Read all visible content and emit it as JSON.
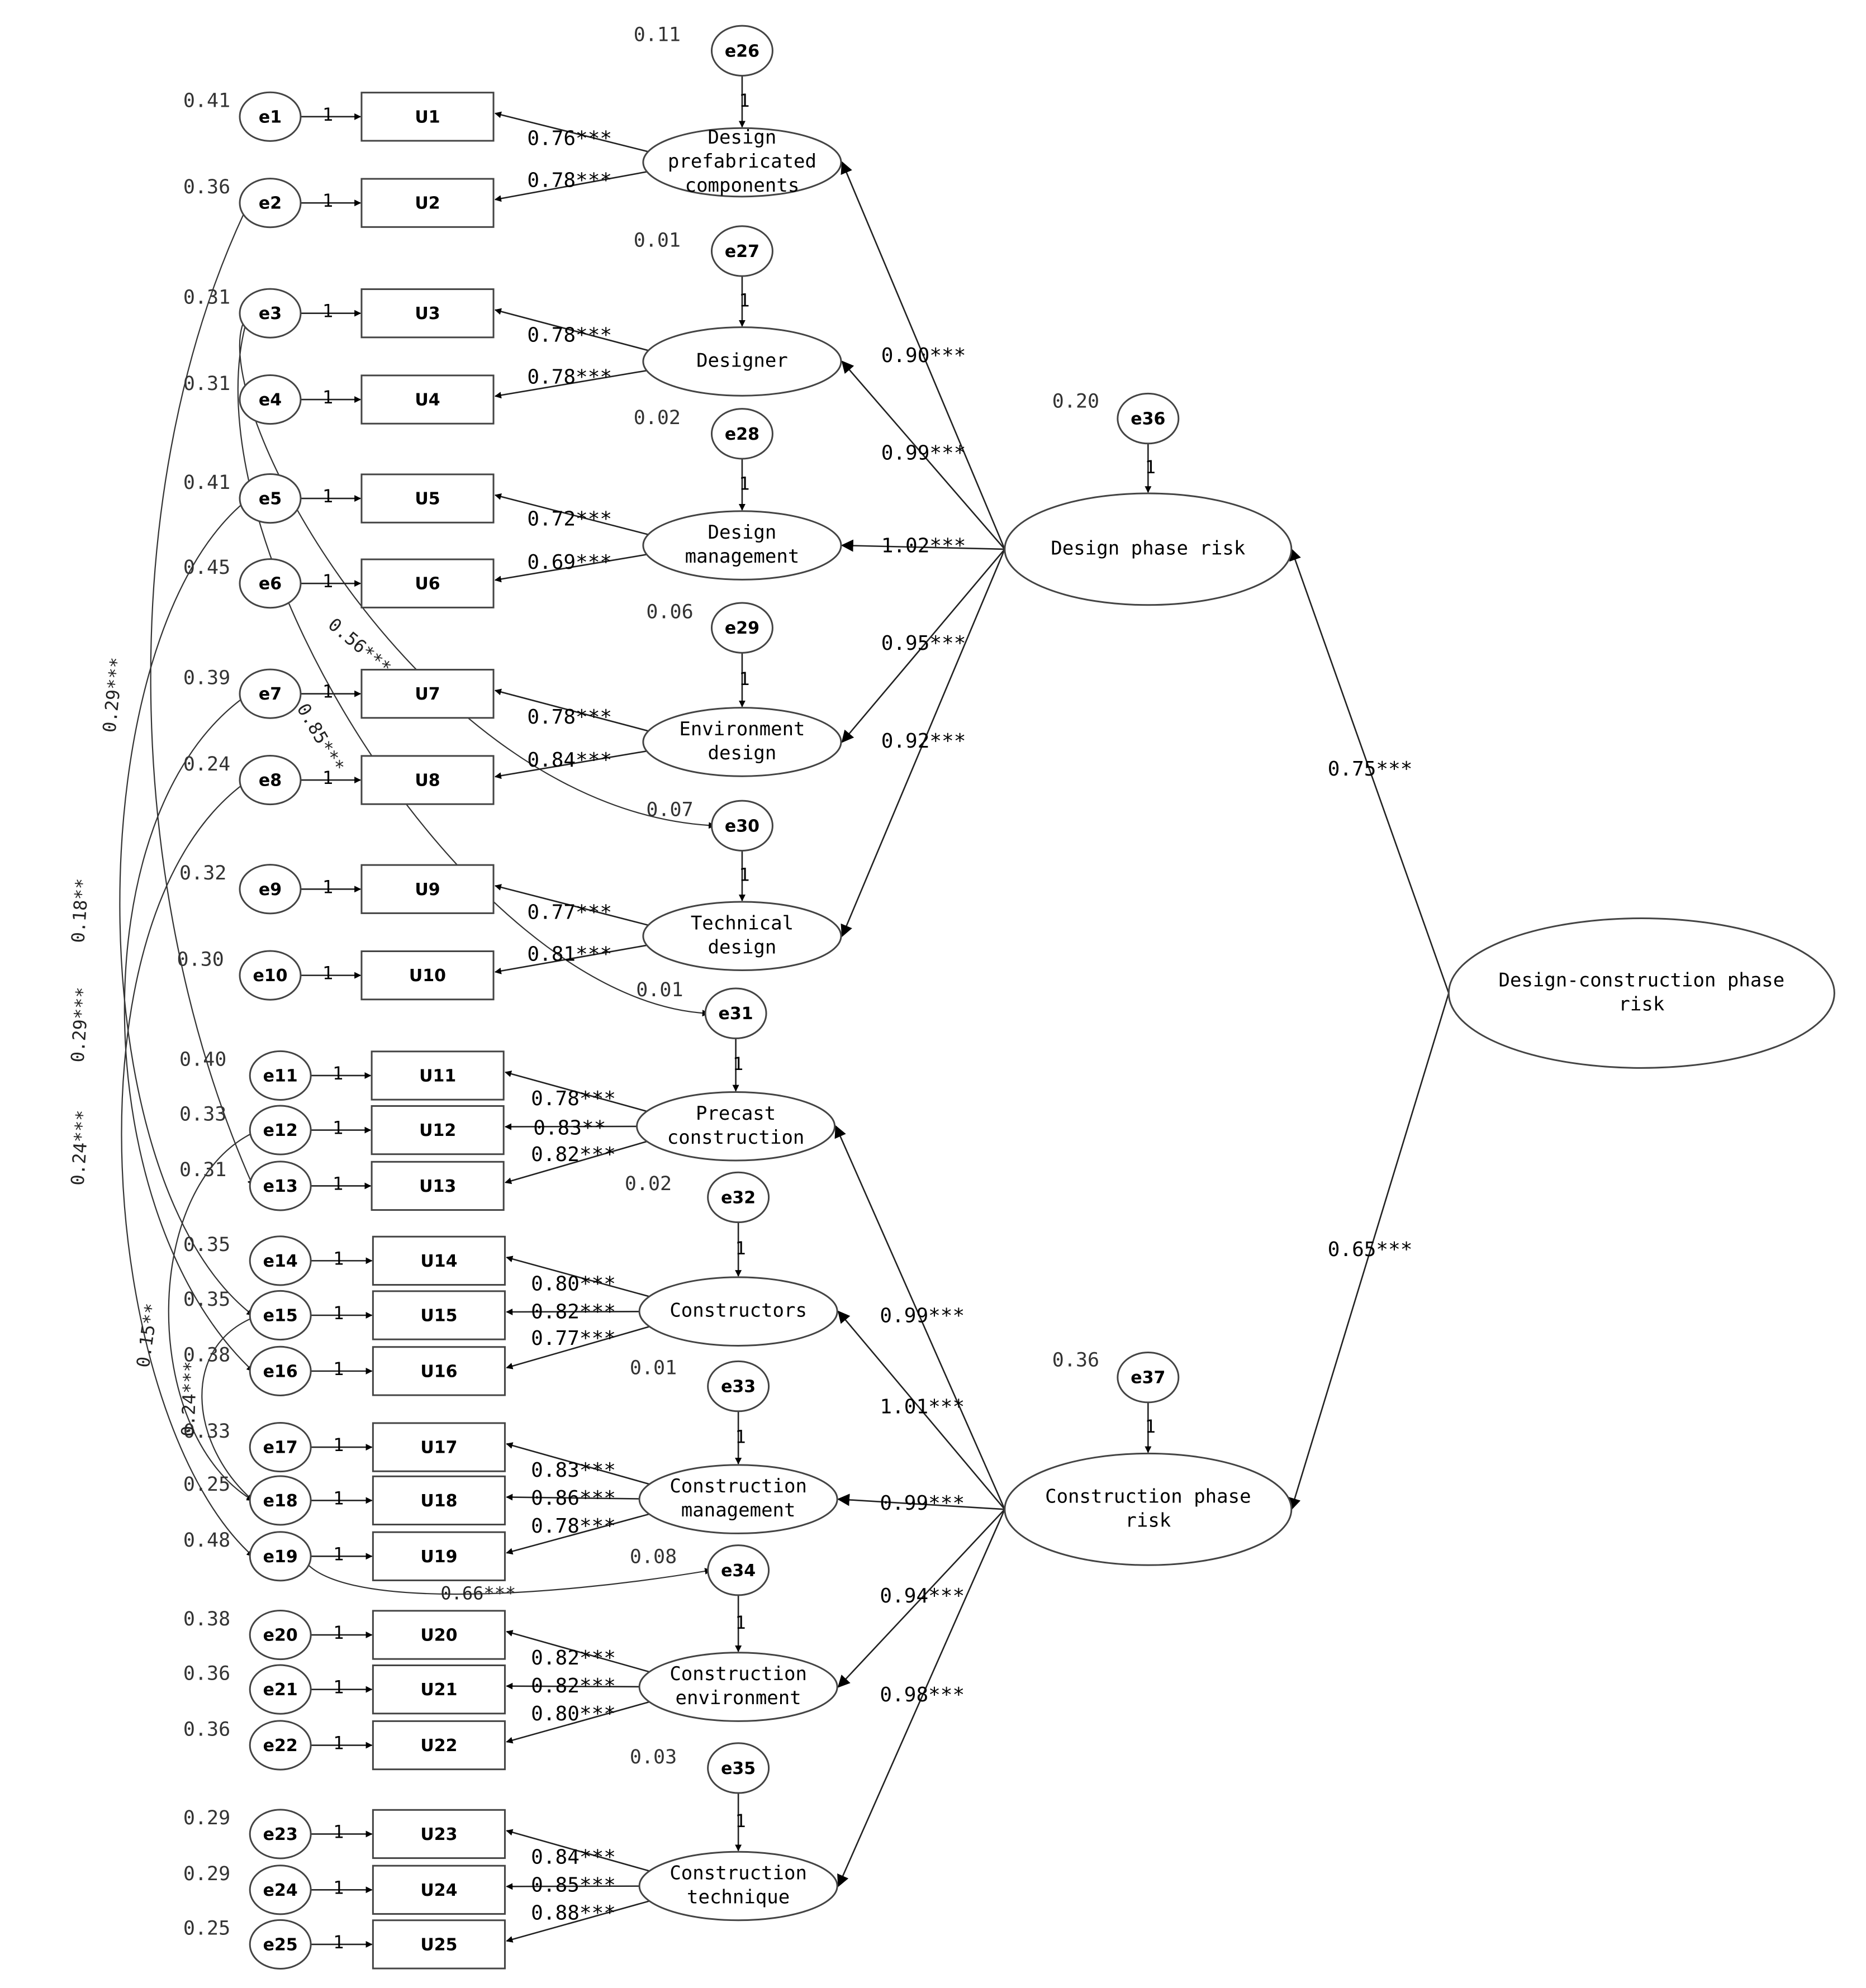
{
  "observed": [
    {
      "id": "U1",
      "err": "e1",
      "variance": "0.41"
    },
    {
      "id": "U2",
      "err": "e2",
      "variance": "0.36"
    },
    {
      "id": "U3",
      "err": "e3",
      "variance": "0.31"
    },
    {
      "id": "U4",
      "err": "e4",
      "variance": "0.31"
    },
    {
      "id": "U5",
      "err": "e5",
      "variance": "0.41"
    },
    {
      "id": "U6",
      "err": "e6",
      "variance": "0.45"
    },
    {
      "id": "U7",
      "err": "e7",
      "variance": "0.39"
    },
    {
      "id": "U8",
      "err": "e8",
      "variance": "0.24"
    },
    {
      "id": "U9",
      "err": "e9",
      "variance": "0.32"
    },
    {
      "id": "U10",
      "err": "e10",
      "variance": "0.30"
    },
    {
      "id": "U11",
      "err": "e11",
      "variance": "0.40"
    },
    {
      "id": "U12",
      "err": "e12",
      "variance": "0.33"
    },
    {
      "id": "U13",
      "err": "e13",
      "variance": "0.31"
    },
    {
      "id": "U14",
      "err": "e14",
      "variance": "0.35"
    },
    {
      "id": "U15",
      "err": "e15",
      "variance": "0.35"
    },
    {
      "id": "U16",
      "err": "e16",
      "variance": "0.38"
    },
    {
      "id": "U17",
      "err": "e17",
      "variance": "0.33"
    },
    {
      "id": "U18",
      "err": "e18",
      "variance": "0.25"
    },
    {
      "id": "U19",
      "err": "e19",
      "variance": "0.48"
    },
    {
      "id": "U20",
      "err": "e20",
      "variance": "0.38"
    },
    {
      "id": "U21",
      "err": "e21",
      "variance": "0.36"
    },
    {
      "id": "U22",
      "err": "e22",
      "variance": "0.36"
    },
    {
      "id": "U23",
      "err": "e23",
      "variance": "0.29"
    },
    {
      "id": "U24",
      "err": "e24",
      "variance": "0.29"
    },
    {
      "id": "U25",
      "err": "e25",
      "variance": "0.25"
    }
  ],
  "first_order": [
    {
      "lines": [
        "Design",
        "prefabricated",
        "components"
      ],
      "err": "e26",
      "variance": "0.11",
      "indicators": [
        0,
        1
      ],
      "loadings": [
        "0.76***",
        "0.78***"
      ],
      "path": "0.90***"
    },
    {
      "lines": [
        "Designer"
      ],
      "err": "e27",
      "variance": "0.01",
      "indicators": [
        2,
        3
      ],
      "loadings": [
        "0.78***",
        "0.78***"
      ],
      "path": "0.99***"
    },
    {
      "lines": [
        "Design",
        "management"
      ],
      "err": "e28",
      "variance": "0.02",
      "indicators": [
        4,
        5
      ],
      "loadings": [
        "0.72***",
        "0.69***"
      ],
      "path": "1.02***"
    },
    {
      "lines": [
        "Environment",
        "design"
      ],
      "err": "e29",
      "variance": "0.06",
      "indicators": [
        6,
        7
      ],
      "loadings": [
        "0.78***",
        "0.84***"
      ],
      "path": "0.95***"
    },
    {
      "lines": [
        "Technical",
        "design"
      ],
      "err": "e30",
      "variance": "0.07",
      "indicators": [
        8,
        9
      ],
      "loadings": [
        "0.77***",
        "0.81***"
      ],
      "path": "0.92***"
    },
    {
      "lines": [
        "Precast",
        "construction"
      ],
      "err": "e31",
      "variance": "0.01",
      "indicators": [
        10,
        11,
        12
      ],
      "loadings": [
        "0.78***",
        "0.83**",
        "0.82***"
      ],
      "path": "0.99***"
    },
    {
      "lines": [
        "Constructors"
      ],
      "err": "e32",
      "variance": "0.02",
      "indicators": [
        13,
        14,
        15
      ],
      "loadings": [
        "0.80***",
        "0.82***",
        "0.77***"
      ],
      "path": "1.01***"
    },
    {
      "lines": [
        "Construction",
        "management"
      ],
      "err": "e33",
      "variance": "0.01",
      "indicators": [
        16,
        17,
        18
      ],
      "loadings": [
        "0.83***",
        "0.86***",
        "0.78***"
      ],
      "path": "0.99***"
    },
    {
      "lines": [
        "Construction",
        "environment"
      ],
      "err": "e34",
      "variance": "0.08",
      "indicators": [
        19,
        20,
        21
      ],
      "loadings": [
        "0.82***",
        "0.82***",
        "0.80***"
      ],
      "path": "0.94***"
    },
    {
      "lines": [
        "Construction",
        "technique"
      ],
      "err": "e35",
      "variance": "0.03",
      "indicators": [
        22,
        23,
        24
      ],
      "loadings": [
        "0.84***",
        "0.85***",
        "0.88***"
      ],
      "path": "0.98***"
    }
  ],
  "second_order": [
    {
      "lines": [
        "Design phase risk"
      ],
      "err": "e36",
      "variance": "0.20",
      "path": "0.75***"
    },
    {
      "lines": [
        "Construction phase",
        "risk"
      ],
      "err": "e37",
      "variance": "0.36",
      "path": "0.65***"
    }
  ],
  "third_order": {
    "lines": [
      "Design-construction phase",
      "risk"
    ]
  },
  "one_label": "1",
  "covariances": [
    {
      "from": "e2",
      "to": "e13",
      "value": "0.29***"
    },
    {
      "from": "e3",
      "to": "e30",
      "value": "0.56***"
    },
    {
      "from": "e3",
      "to": "e31",
      "value": "0.85***"
    },
    {
      "from": "e5",
      "to": "e15",
      "value": "0.18**"
    },
    {
      "from": "e7",
      "to": "e16",
      "value": "0.29***"
    },
    {
      "from": "e8",
      "to": "e19",
      "value": "0.24***"
    },
    {
      "from": "e12",
      "to": "e18",
      "value": "0.15**"
    },
    {
      "from": "e15",
      "to": "e18",
      "value": "0.24***"
    },
    {
      "from": "e19",
      "to": "e34",
      "value": "0.66***"
    }
  ]
}
